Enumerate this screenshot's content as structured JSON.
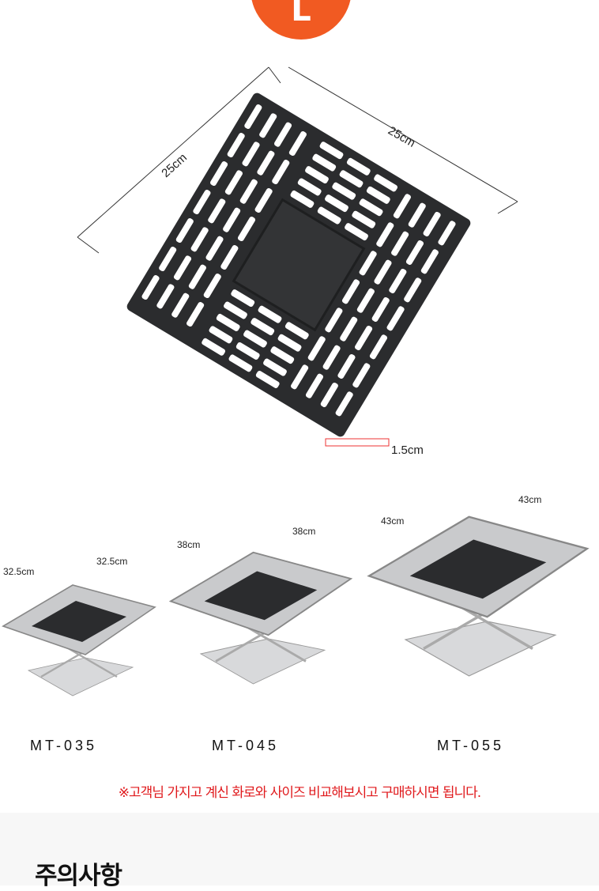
{
  "size_badge": "L",
  "grill_plate": {
    "width_label": "25cm",
    "length_label": "25cm",
    "thickness_label": "1.5cm"
  },
  "models": [
    {
      "name": "MT-035",
      "width_label": "32.5cm",
      "length_label": "32.5cm"
    },
    {
      "name": "MT-045",
      "width_label": "38cm",
      "length_label": "38cm"
    },
    {
      "name": "MT-055",
      "width_label": "43cm",
      "length_label": "43cm"
    }
  ],
  "note": "※고객님 가지고 계신 화로와 사이즈 비교해보시고 구매하시면 됩니다.",
  "caution_title": "주의사항",
  "colors": {
    "badge": "#f15a22",
    "note": "#e0191c",
    "plate": "#2b2c2e"
  }
}
